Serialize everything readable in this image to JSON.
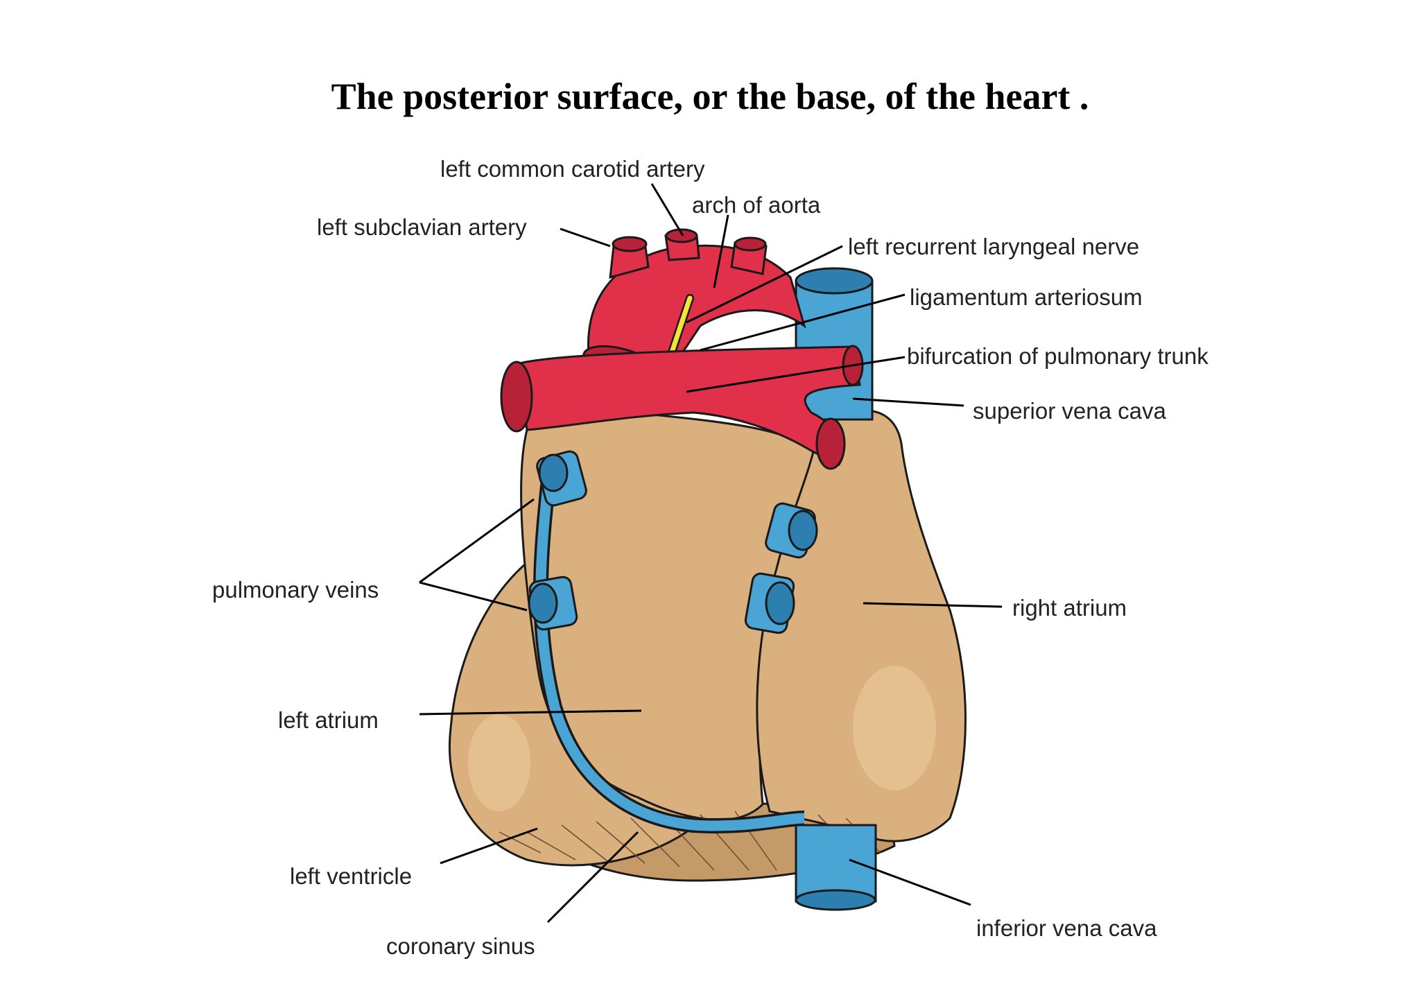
{
  "title": "The posterior surface, or the base, of the heart .",
  "labels": {
    "left_common_carotid_artery": "left common carotid artery",
    "arch_of_aorta": "arch of aorta",
    "left_subclavian_artery": "left subclavian artery",
    "left_recurrent_laryngeal_nerve": "left recurrent laryngeal nerve",
    "ligamentum_arteriosum": "ligamentum arteriosum",
    "bifurcation_of_pulmonary_trunk": "bifurcation of pulmonary trunk",
    "superior_vena_cava": "superior vena cava",
    "pulmonary_veins": "pulmonary veins",
    "right_atrium": "right atrium",
    "left_atrium": "left atrium",
    "left_ventricle": "left ventricle",
    "inferior_vena_cava": "inferior vena cava",
    "coronary_sinus": "coronary sinus"
  },
  "colors": {
    "heart": "#d9b07e",
    "heart_shade": "#c99e6c",
    "artery": "#e0304a",
    "vein": "#4aa4d4",
    "nerve": "#f3e33a",
    "outline": "#1a1a1a"
  }
}
